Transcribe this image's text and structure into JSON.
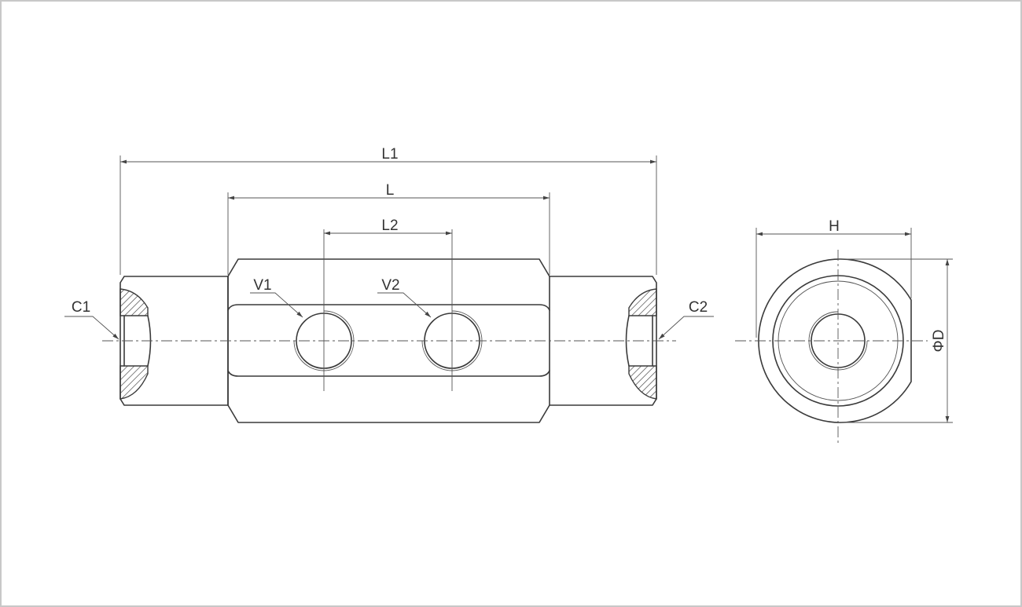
{
  "labels": {
    "l1": "L1",
    "l": "L",
    "l2": "L2",
    "v1": "V1",
    "v2": "V2",
    "c1": "C1",
    "c2": "C2",
    "h": "H",
    "d": "ΦD"
  },
  "colors": {
    "line": "#3a3a3a",
    "frame": "#c8c8c8",
    "text": "#333333"
  }
}
